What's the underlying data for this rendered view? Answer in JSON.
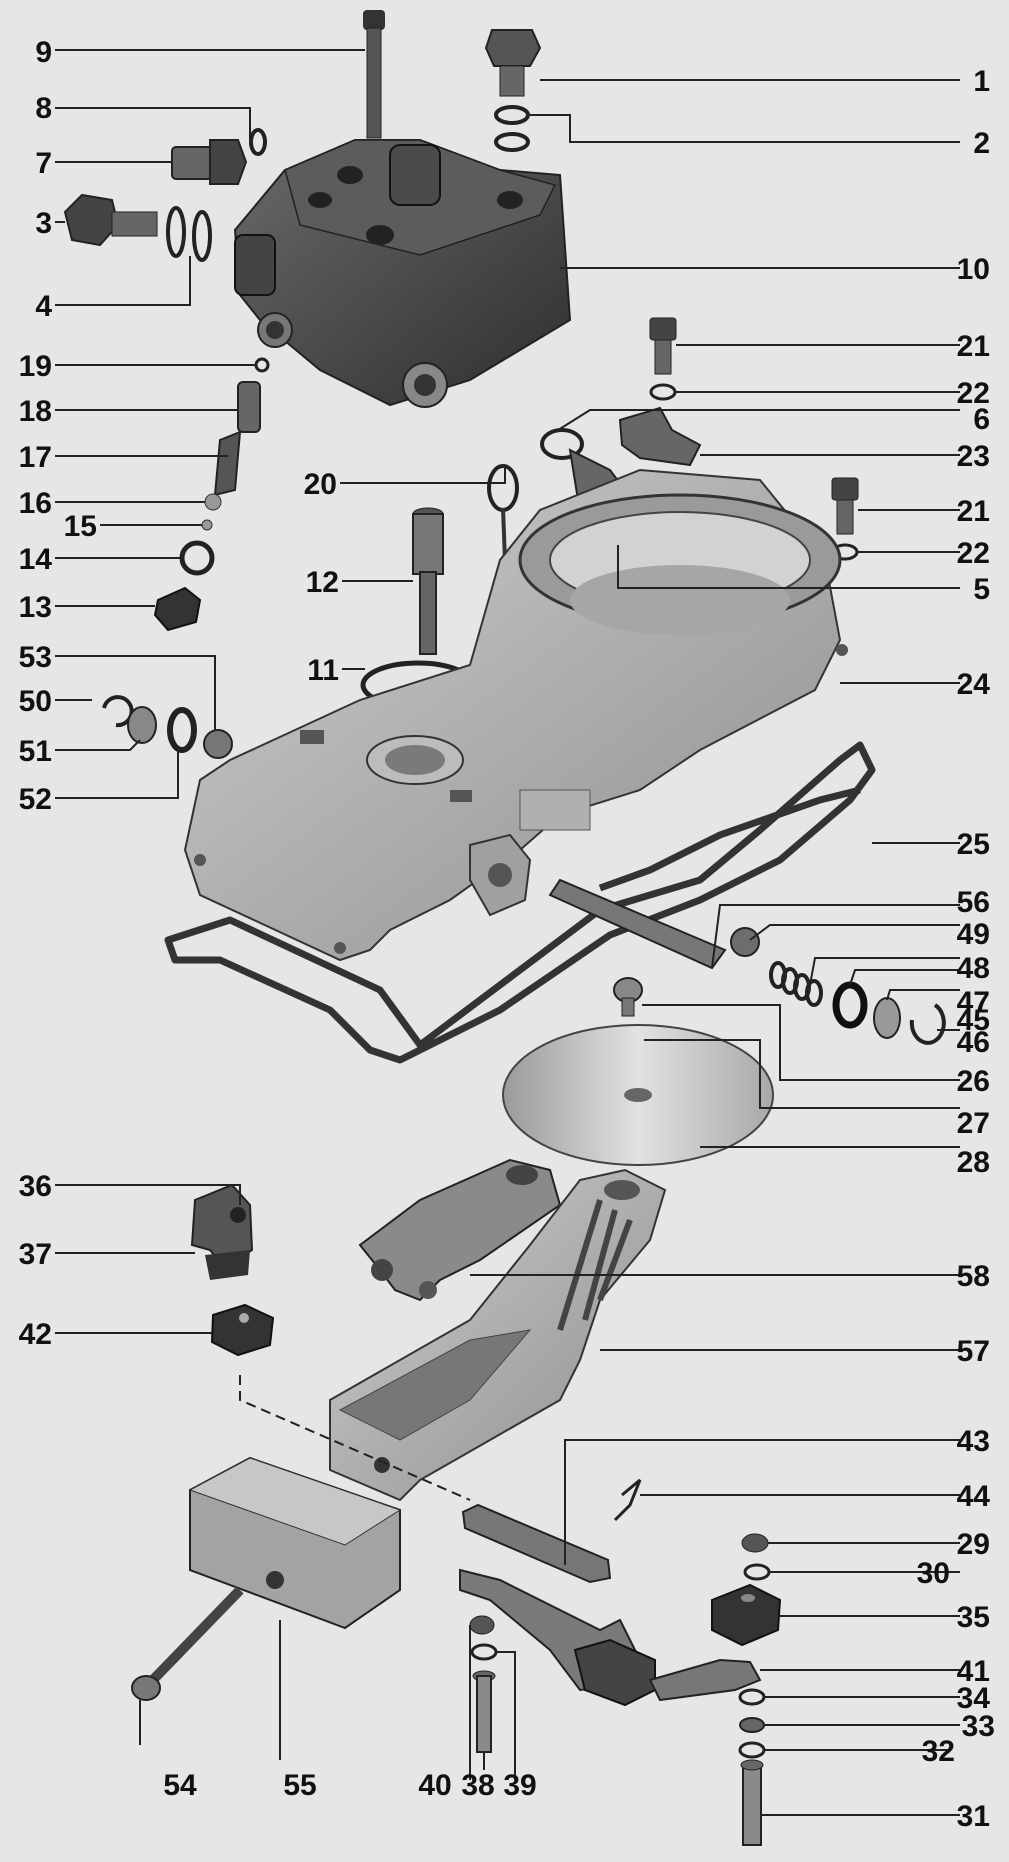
{
  "colors": {
    "background": "#e6e6e6",
    "ink": "#111111",
    "metal_dark": "#3a3a3a",
    "metal_mid": "#8a8a8a",
    "metal_light": "#bdbdbd"
  },
  "callouts": [
    {
      "id": "c9",
      "label": "9"
    },
    {
      "id": "c8",
      "label": "8"
    },
    {
      "id": "c7",
      "label": "7"
    },
    {
      "id": "c3",
      "label": "3"
    },
    {
      "id": "c4",
      "label": "4"
    },
    {
      "id": "c19",
      "label": "19"
    },
    {
      "id": "c18",
      "label": "18"
    },
    {
      "id": "c17",
      "label": "17"
    },
    {
      "id": "c16",
      "label": "16"
    },
    {
      "id": "c15",
      "label": "15"
    },
    {
      "id": "c14",
      "label": "14"
    },
    {
      "id": "c13",
      "label": "13"
    },
    {
      "id": "c53",
      "label": "53"
    },
    {
      "id": "c50",
      "label": "50"
    },
    {
      "id": "c51",
      "label": "51"
    },
    {
      "id": "c52",
      "label": "52"
    },
    {
      "id": "c20",
      "label": "20"
    },
    {
      "id": "c12",
      "label": "12"
    },
    {
      "id": "c11",
      "label": "11"
    },
    {
      "id": "c1",
      "label": "1"
    },
    {
      "id": "c2",
      "label": "2"
    },
    {
      "id": "c10",
      "label": "10"
    },
    {
      "id": "c21a",
      "label": "21"
    },
    {
      "id": "c22a",
      "label": "22"
    },
    {
      "id": "c6",
      "label": "6"
    },
    {
      "id": "c23",
      "label": "23"
    },
    {
      "id": "c21b",
      "label": "21"
    },
    {
      "id": "c22b",
      "label": "22"
    },
    {
      "id": "c5",
      "label": "5"
    },
    {
      "id": "c24",
      "label": "24"
    },
    {
      "id": "c25",
      "label": "25"
    },
    {
      "id": "c56",
      "label": "56"
    },
    {
      "id": "c49",
      "label": "49"
    },
    {
      "id": "c48",
      "label": "48"
    },
    {
      "id": "c47",
      "label": "47"
    },
    {
      "id": "c46",
      "label": "46"
    },
    {
      "id": "c45",
      "label": "45"
    },
    {
      "id": "c26",
      "label": "26"
    },
    {
      "id": "c27",
      "label": "27"
    },
    {
      "id": "c28",
      "label": "28"
    },
    {
      "id": "c36",
      "label": "36"
    },
    {
      "id": "c37",
      "label": "37"
    },
    {
      "id": "c42",
      "label": "42"
    },
    {
      "id": "c58",
      "label": "58"
    },
    {
      "id": "c57",
      "label": "57"
    },
    {
      "id": "c43",
      "label": "43"
    },
    {
      "id": "c44",
      "label": "44"
    },
    {
      "id": "c29",
      "label": "29"
    },
    {
      "id": "c30",
      "label": "30"
    },
    {
      "id": "c35",
      "label": "35"
    },
    {
      "id": "c41",
      "label": "41"
    },
    {
      "id": "c34",
      "label": "34"
    },
    {
      "id": "c33",
      "label": "33"
    },
    {
      "id": "c32",
      "label": "32"
    },
    {
      "id": "c31",
      "label": "31"
    },
    {
      "id": "c54",
      "label": "54"
    },
    {
      "id": "c55",
      "label": "55"
    },
    {
      "id": "c40",
      "label": "40"
    },
    {
      "id": "c38",
      "label": "38"
    },
    {
      "id": "c39",
      "label": "39"
    }
  ]
}
